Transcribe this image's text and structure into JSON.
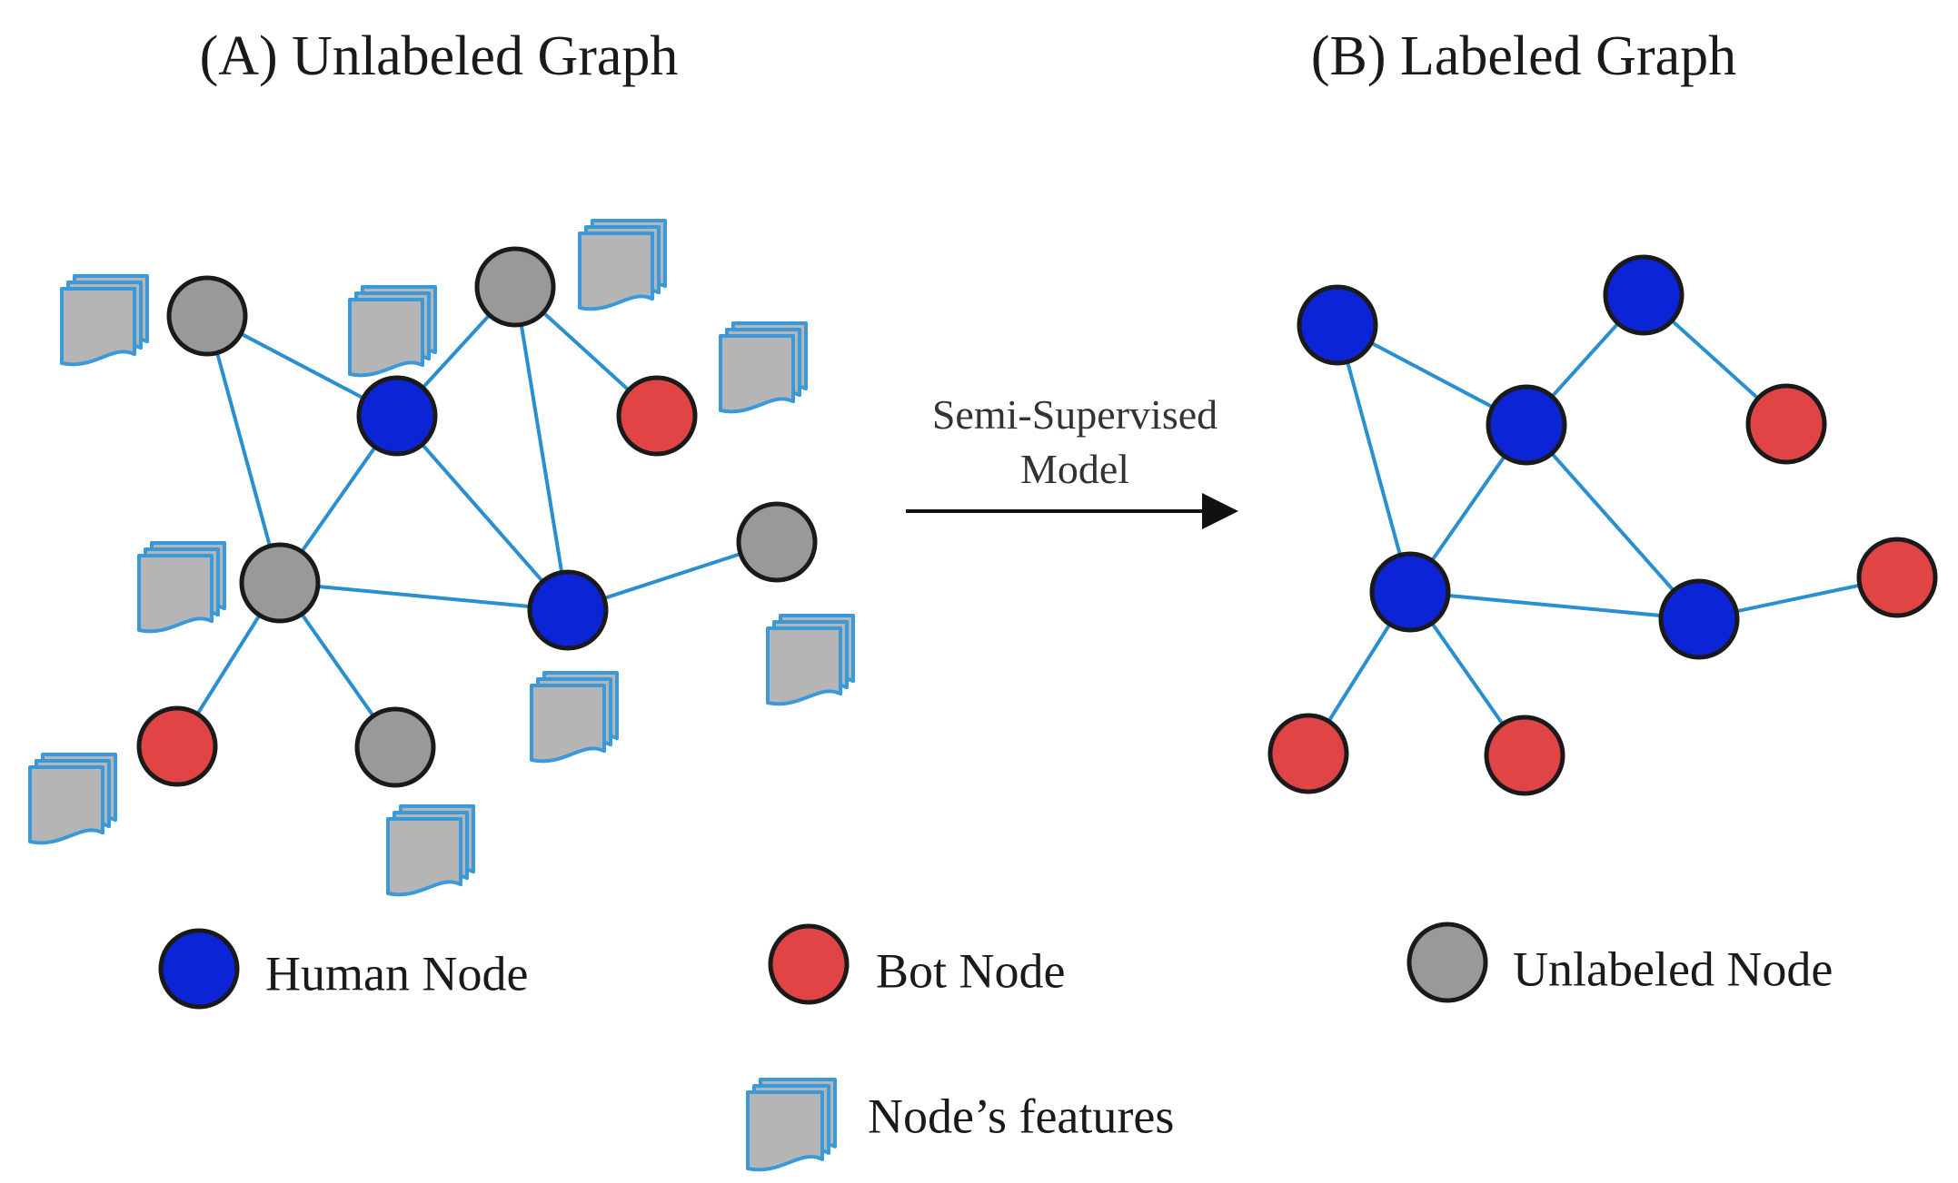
{
  "titles": {
    "left": "(A) Unlabeled Graph",
    "right": "(B) Labeled Graph"
  },
  "arrow": {
    "line1": "Semi-Supervised",
    "line2": "Model"
  },
  "legend": {
    "human": "Human Node",
    "bot": "Bot Node",
    "unlabeled": "Unlabeled Node",
    "features": "Node’s features"
  },
  "colors": {
    "human": "#0a24d6",
    "bot": "#e04444",
    "unlabeled": "#999999",
    "edge": "#2a8fcf",
    "feature_fill": "#b5b5b5",
    "feature_border": "#3a9ad9",
    "node_outline": "#1a1a1a"
  },
  "graph_a": {
    "nodes": [
      {
        "id": "a1",
        "type": "unlabeled"
      },
      {
        "id": "a2",
        "type": "unlabeled"
      },
      {
        "id": "a3",
        "type": "human"
      },
      {
        "id": "a4",
        "type": "bot"
      },
      {
        "id": "a5",
        "type": "unlabeled"
      },
      {
        "id": "a6",
        "type": "human"
      },
      {
        "id": "a7",
        "type": "unlabeled"
      },
      {
        "id": "a8",
        "type": "bot"
      },
      {
        "id": "a9",
        "type": "unlabeled"
      }
    ],
    "edges": [
      [
        "a1",
        "a3"
      ],
      [
        "a1",
        "a5"
      ],
      [
        "a2",
        "a3"
      ],
      [
        "a2",
        "a4"
      ],
      [
        "a2",
        "a6"
      ],
      [
        "a3",
        "a5"
      ],
      [
        "a3",
        "a6"
      ],
      [
        "a5",
        "a6"
      ],
      [
        "a6",
        "a7"
      ],
      [
        "a5",
        "a8"
      ],
      [
        "a5",
        "a9"
      ]
    ]
  },
  "graph_b": {
    "nodes": [
      {
        "id": "b1",
        "type": "human"
      },
      {
        "id": "b2",
        "type": "human"
      },
      {
        "id": "b3",
        "type": "human"
      },
      {
        "id": "b4",
        "type": "bot"
      },
      {
        "id": "b5",
        "type": "human"
      },
      {
        "id": "b6",
        "type": "human"
      },
      {
        "id": "b7",
        "type": "bot"
      },
      {
        "id": "b8",
        "type": "bot"
      },
      {
        "id": "b9",
        "type": "bot"
      }
    ],
    "edges": [
      [
        "b1",
        "b3"
      ],
      [
        "b1",
        "b5"
      ],
      [
        "b2",
        "b3"
      ],
      [
        "b2",
        "b4"
      ],
      [
        "b3",
        "b5"
      ],
      [
        "b3",
        "b6"
      ],
      [
        "b5",
        "b6"
      ],
      [
        "b6",
        "b7"
      ],
      [
        "b5",
        "b8"
      ],
      [
        "b5",
        "b9"
      ]
    ]
  }
}
